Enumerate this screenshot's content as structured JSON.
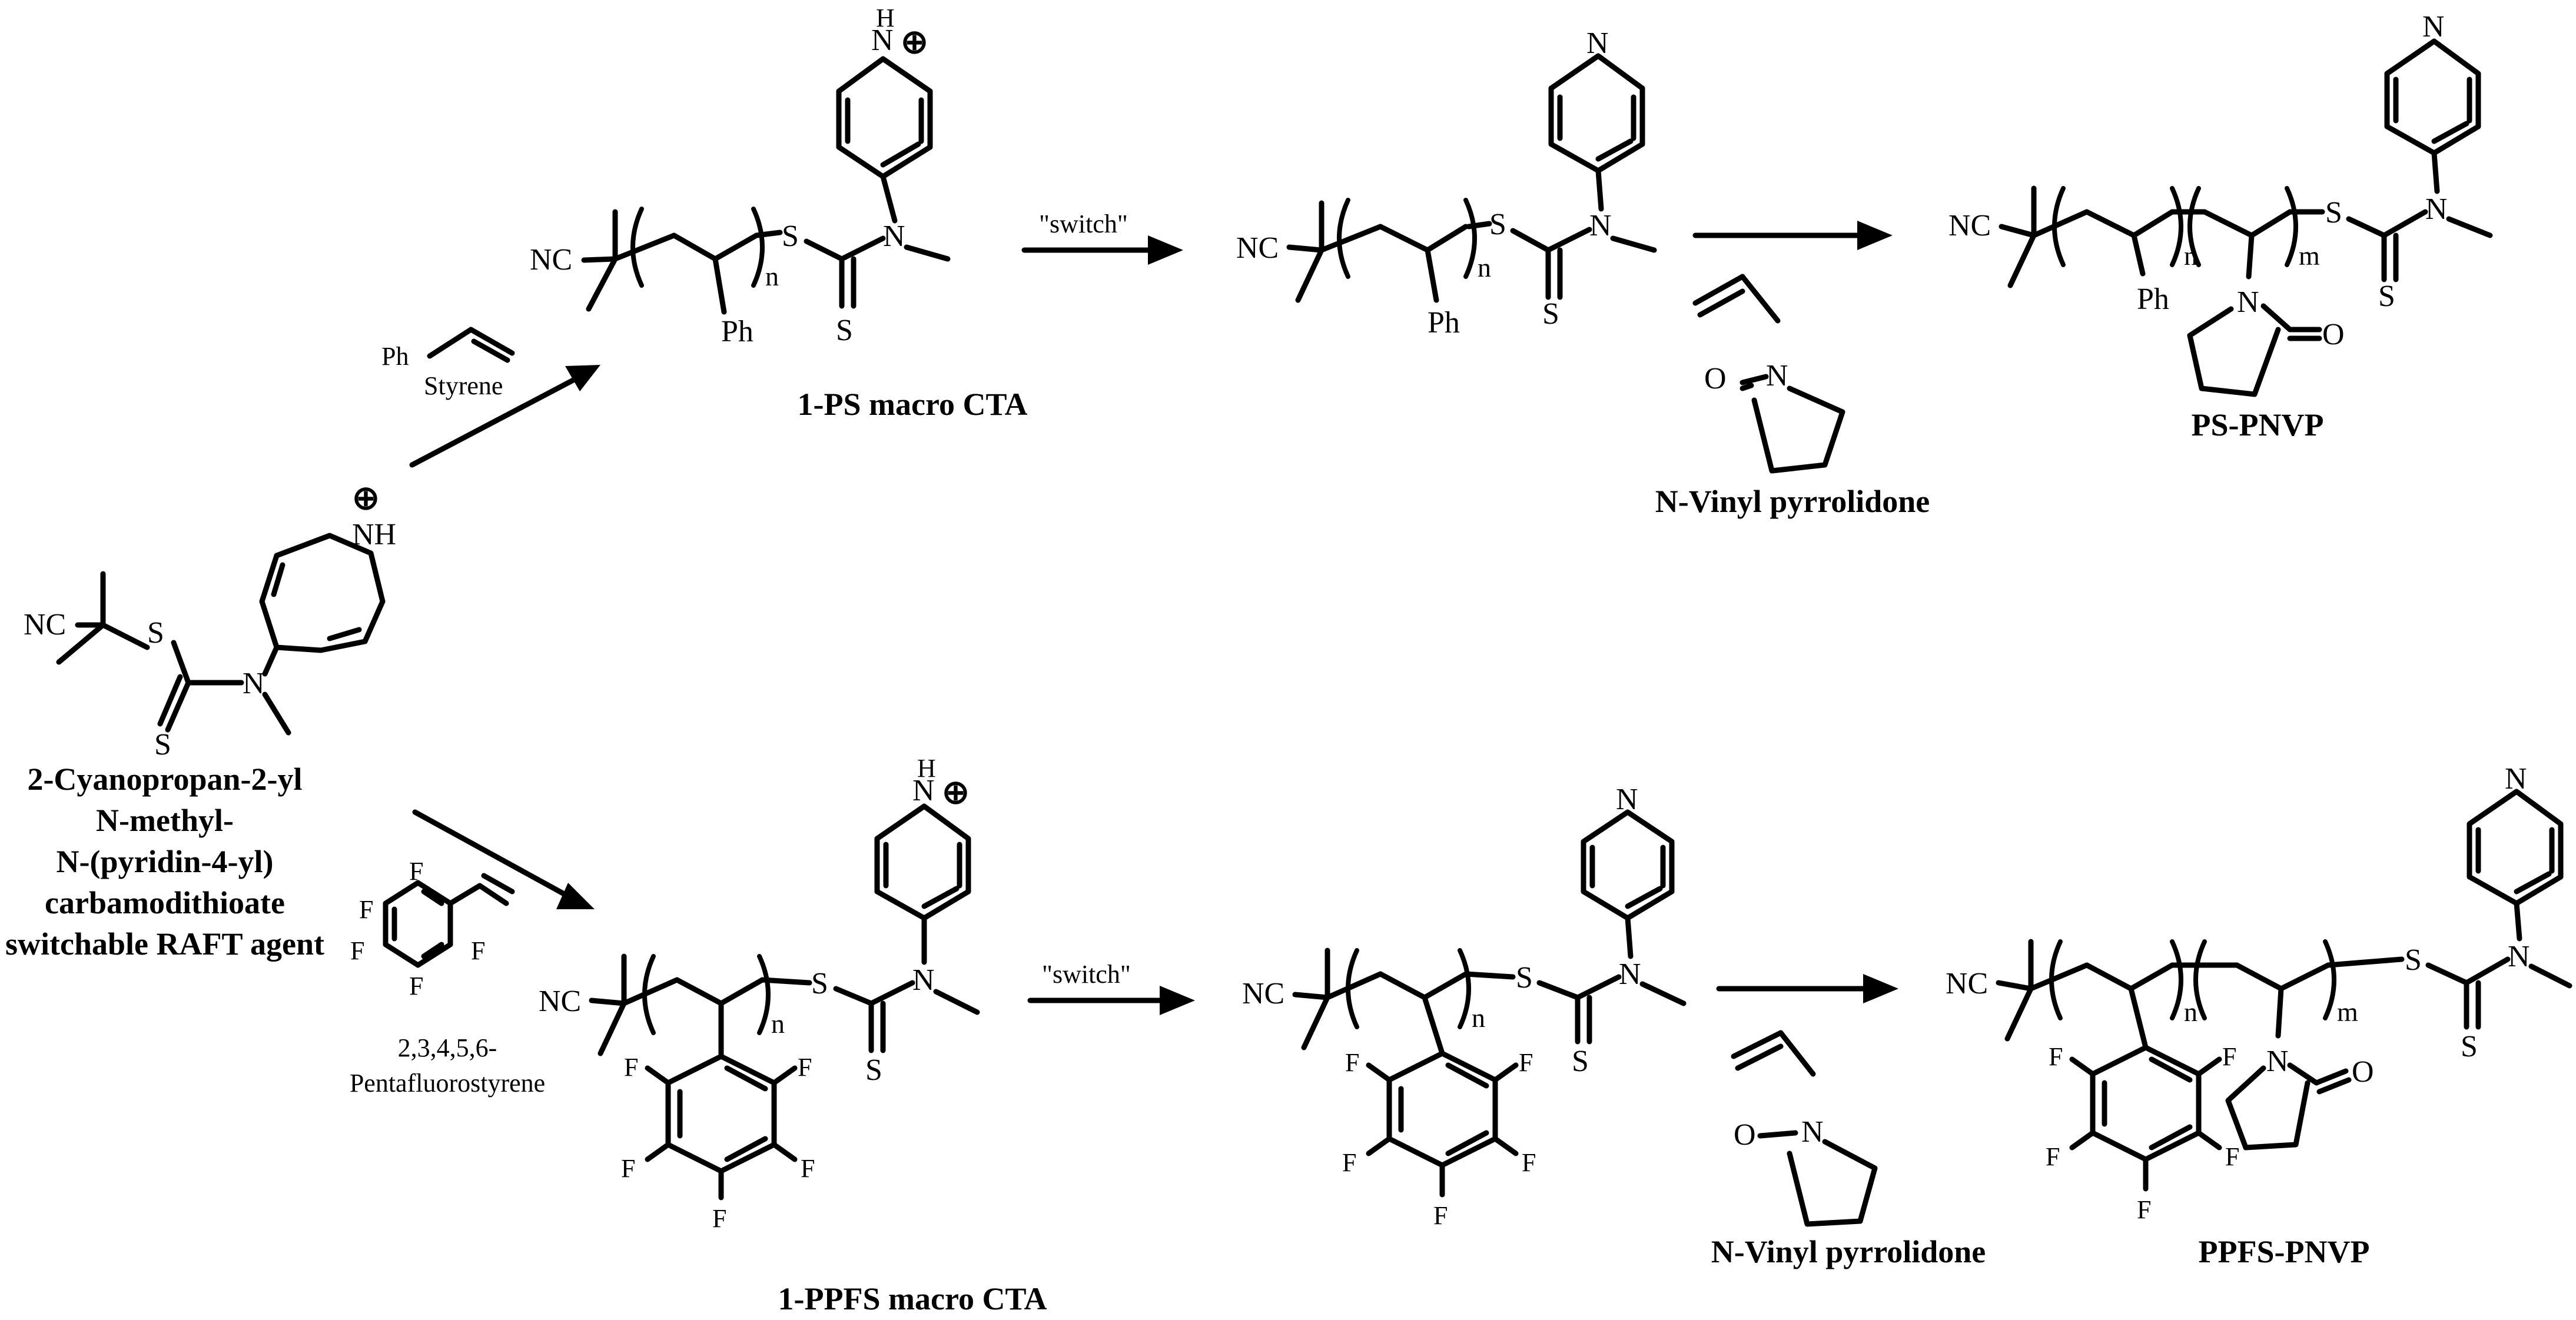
{
  "atoms": {
    "nc": "NC",
    "s": "S",
    "n": "N",
    "nh": "NH",
    "h": "H",
    "f": "F",
    "o": "O",
    "ph": "Ph",
    "plus": "⊕",
    "n_sub": "n",
    "m_sub": "m"
  },
  "reagents": {
    "styrene_ph": "Ph",
    "styrene": "Styrene",
    "pfs_line1": "2,3,4,5,6-",
    "pfs_line2": "Pentafluorostyrene"
  },
  "step_labels": {
    "switch_top": "\"switch\"",
    "switch_bottom": "\"switch\""
  },
  "compound_labels": {
    "raft_line1": "2-Cyanopropan-2-yl",
    "raft_line2": "N-methyl-",
    "raft_line3": "N-(pyridin-4-yl)",
    "raft_line4": "carbamodithioate",
    "raft_line5": "switchable RAFT agent",
    "ps_cta": "1-PS macro CTA",
    "nvp_top": "N-Vinyl pyrrolidone",
    "ps_pnvp": "PS-PNVP",
    "ppfs_cta": "1-PPFS macro CTA",
    "nvp_bottom": "N-Vinyl pyrrolidone",
    "ppfs_pnvp": "PPFS-PNVP"
  }
}
